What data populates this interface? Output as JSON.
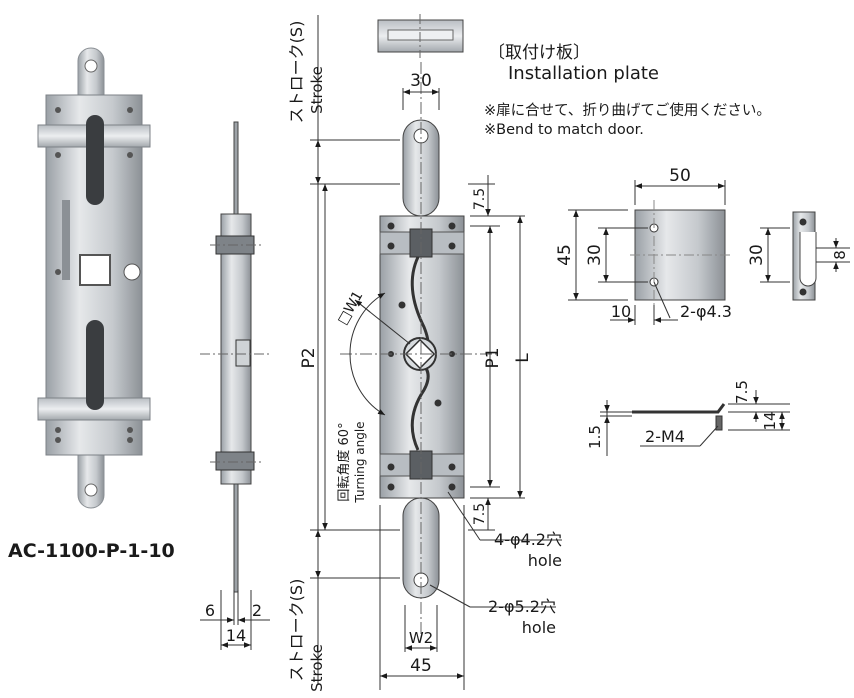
{
  "model": "AC-1100-P-1-10",
  "plate": {
    "title_jp": "〔取付け板〕",
    "title_en": "Installation plate",
    "note_jp": "※扉に合せて、折り曲げてご使用ください。",
    "note_en": "※Bend to match door."
  },
  "dims": {
    "stroke_s": "ストローク(S)",
    "stroke_en": "Stroke",
    "top_width": "30",
    "bottom_width": "45",
    "w2": "W2",
    "w1": "□W1",
    "p1": "P1",
    "p2": "P2",
    "L": "L",
    "d75_top": "7.5",
    "d75_bottom": "7.5",
    "turning_jp": "回転角度 60°",
    "turning_en": "Turning angle",
    "hole42_jp": "4-φ4.2穴",
    "hole42_en": "hole",
    "hole52_jp": "2-φ5.2穴",
    "hole52_en": "hole",
    "side_6": "6",
    "side_2": "2",
    "side_14": "14",
    "plate_50": "50",
    "plate_45": "45",
    "plate_30": "30",
    "plate_10": "10",
    "plate_hole": "2-φ4.3",
    "side_30": "30",
    "side_8": "8",
    "sec_15": "1.5",
    "sec_m4": "2-M4",
    "sec_75": "7.5",
    "sec_14": "14"
  }
}
